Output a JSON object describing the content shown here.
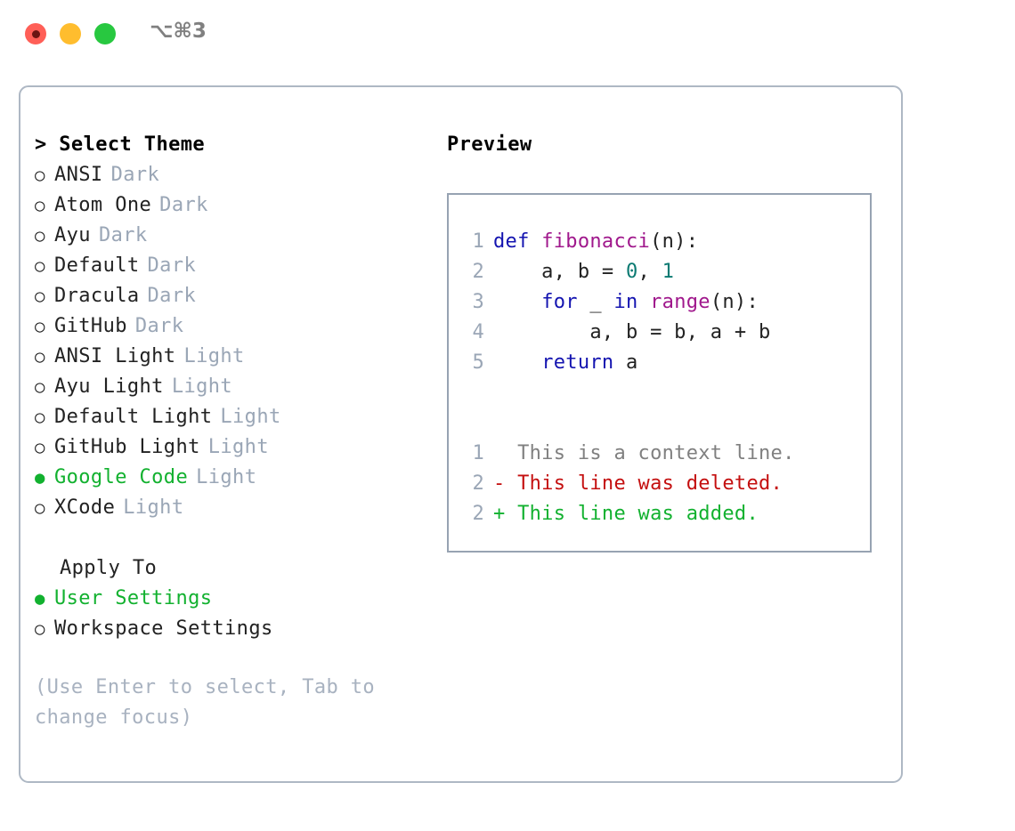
{
  "window": {
    "traffic_lights": [
      "close",
      "minimize",
      "zoom"
    ],
    "shortcut_label": "⌥⌘3",
    "accent_green": "#12b12f",
    "badge_color": "#9aa6b6",
    "border_color": "#aeb8c4"
  },
  "theme_picker": {
    "header": "> Select Theme",
    "options": [
      {
        "marker": "○",
        "label": "ANSI",
        "badge": "Dark",
        "selected": false
      },
      {
        "marker": "○",
        "label": "Atom One",
        "badge": "Dark",
        "selected": false
      },
      {
        "marker": "○",
        "label": "Ayu",
        "badge": "Dark",
        "selected": false
      },
      {
        "marker": "○",
        "label": "Default",
        "badge": "Dark",
        "selected": false
      },
      {
        "marker": "○",
        "label": "Dracula",
        "badge": "Dark",
        "selected": false
      },
      {
        "marker": "○",
        "label": "GitHub",
        "badge": "Dark",
        "selected": false
      },
      {
        "marker": "○",
        "label": "ANSI Light",
        "badge": "Light",
        "selected": false
      },
      {
        "marker": "○",
        "label": "Ayu Light",
        "badge": "Light",
        "selected": false
      },
      {
        "marker": "○",
        "label": "Default Light",
        "badge": "Light",
        "selected": false
      },
      {
        "marker": "○",
        "label": "GitHub Light",
        "badge": "Light",
        "selected": false
      },
      {
        "marker": "●",
        "label": "Google Code",
        "badge": "Light",
        "selected": true
      },
      {
        "marker": "○",
        "label": "XCode",
        "badge": "Light",
        "selected": false
      }
    ]
  },
  "apply_to": {
    "header": "Apply To",
    "options": [
      {
        "marker": "●",
        "label": "User Settings",
        "selected": true
      },
      {
        "marker": "○",
        "label": "Workspace Settings",
        "selected": false
      }
    ]
  },
  "hint": "(Use Enter to select, Tab to change focus)",
  "preview": {
    "header": "Preview",
    "code_lines": [
      {
        "num": "1",
        "tokens": [
          {
            "t": "def ",
            "c": "kw"
          },
          {
            "t": "fibonacci",
            "c": "fn"
          },
          {
            "t": "(n):",
            "c": "plain"
          }
        ]
      },
      {
        "num": "2",
        "tokens": [
          {
            "t": "    a, b = ",
            "c": "plain"
          },
          {
            "t": "0",
            "c": "num"
          },
          {
            "t": ", ",
            "c": "plain"
          },
          {
            "t": "1",
            "c": "num"
          }
        ]
      },
      {
        "num": "3",
        "tokens": [
          {
            "t": "    ",
            "c": "plain"
          },
          {
            "t": "for",
            "c": "kw"
          },
          {
            "t": " _ ",
            "c": "plain"
          },
          {
            "t": "in",
            "c": "kw"
          },
          {
            "t": " ",
            "c": "plain"
          },
          {
            "t": "range",
            "c": "fn"
          },
          {
            "t": "(n):",
            "c": "plain"
          }
        ]
      },
      {
        "num": "4",
        "tokens": [
          {
            "t": "        a, b = b, a + b",
            "c": "plain"
          }
        ]
      },
      {
        "num": "5",
        "tokens": [
          {
            "t": "    ",
            "c": "plain"
          },
          {
            "t": "return",
            "c": "kw"
          },
          {
            "t": " a",
            "c": "plain"
          }
        ]
      }
    ],
    "diff_lines": [
      {
        "num": "1",
        "text": "  This is a context line.",
        "kind": "ctx"
      },
      {
        "num": "2",
        "text": "- This line was deleted.",
        "kind": "del"
      },
      {
        "num": "2",
        "text": "+ This line was added.",
        "kind": "add"
      }
    ]
  }
}
